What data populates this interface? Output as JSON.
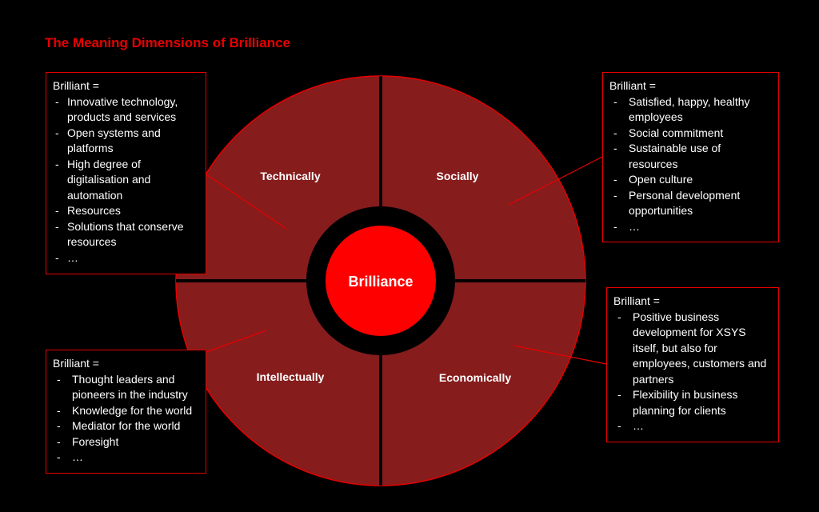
{
  "title": "The Meaning Dimensions of Brilliance",
  "center_label": "Brilliance",
  "colors": {
    "background": "#000000",
    "accent": "#e60000",
    "segment_fill": "#861c1c",
    "center_fill": "#ff0000"
  },
  "segments": {
    "technically": "Technically",
    "socially": "Socially",
    "intellectually": "Intellectually",
    "economically": "Economically"
  },
  "boxes": {
    "technically": {
      "heading": "Brilliant =",
      "items": [
        "Innovative technology, products and services",
        "Open systems and platforms",
        "High degree of digitalisation and automation",
        "Resources",
        "Solutions that conserve resources",
        "…"
      ]
    },
    "socially": {
      "heading": "Brilliant =",
      "items": [
        "Satisfied, happy, healthy employees",
        "Social commitment",
        "Sustainable use of resources",
        "Open culture",
        "Personal development opportunities",
        "…"
      ]
    },
    "economically": {
      "heading": "Brilliant =",
      "items": [
        "Positive business development for XSYS itself, but also for employees, customers and partners",
        "Flexibility in business planning for clients",
        "…"
      ]
    },
    "intellectually": {
      "heading": "Brilliant =",
      "items": [
        "Thought leaders and pioneers in the industry",
        "Knowledge for the world",
        "Mediator for the world",
        "Foresight",
        "…"
      ]
    }
  }
}
